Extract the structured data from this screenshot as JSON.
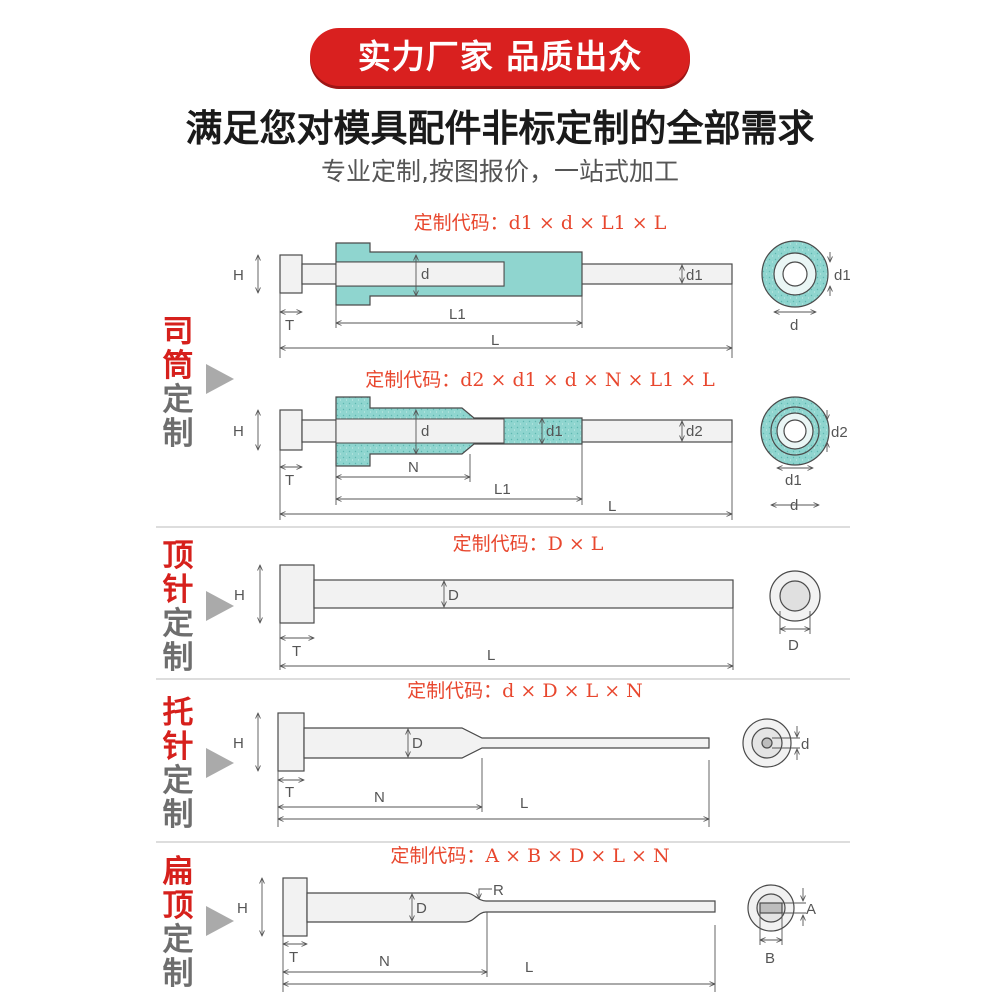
{
  "header": {
    "banner": "实力厂家 品质出众",
    "headline": "满足您对模具配件非标定制的全部需求",
    "subline": "专业定制,按图报价，一站式加工"
  },
  "colors": {
    "accent": "#d9201f",
    "code_text": "#e8472e",
    "sleeve_fill": "#8fd5cf",
    "part_fill": "#f2f2f2"
  },
  "sections": [
    {
      "category_red": "司筒",
      "category_gray": "定制",
      "arrow_icon": "play-triangle",
      "diagrams": [
        {
          "code": "定制代码：d1 × d × L1 × L",
          "labels": {
            "H": "H",
            "T": "T",
            "d": "d",
            "d1": "d1",
            "L1": "L1",
            "L": "L"
          },
          "end_view_labels": {
            "side": "d1",
            "bottom": "d"
          }
        },
        {
          "code": "定制代码：d2 × d1 × d × N × L1 × L",
          "labels": {
            "H": "H",
            "T": "T",
            "d": "d",
            "d1": "d1",
            "d2": "d2",
            "N": "N",
            "L1": "L1",
            "L": "L"
          },
          "end_view_labels": {
            "side": "d2",
            "bottom1": "d1",
            "bottom2": "d"
          }
        }
      ]
    },
    {
      "category_red": "顶针",
      "category_gray": "定制",
      "arrow_icon": "play-triangle",
      "diagrams": [
        {
          "code": "定制代码：D × L",
          "labels": {
            "H": "H",
            "T": "T",
            "D": "D",
            "L": "L"
          },
          "end_view_labels": {
            "bottom": "D"
          }
        }
      ]
    },
    {
      "category_red": "托针",
      "category_gray": "定制",
      "arrow_icon": "play-triangle",
      "diagrams": [
        {
          "code": "定制代码：d × D × L × N",
          "labels": {
            "H": "H",
            "T": "T",
            "D": "D",
            "N": "N",
            "L": "L"
          },
          "end_view_labels": {
            "side": "d"
          }
        }
      ]
    },
    {
      "category_red": "扁顶",
      "category_gray": "定制",
      "arrow_icon": "play-triangle",
      "diagrams": [
        {
          "code": "定制代码：A × B × D × L × N",
          "labels": {
            "H": "H",
            "T": "T",
            "D": "D",
            "R": "R",
            "N": "N",
            "L": "L"
          },
          "end_view_labels": {
            "side": "A",
            "bottom": "B"
          }
        }
      ]
    }
  ]
}
